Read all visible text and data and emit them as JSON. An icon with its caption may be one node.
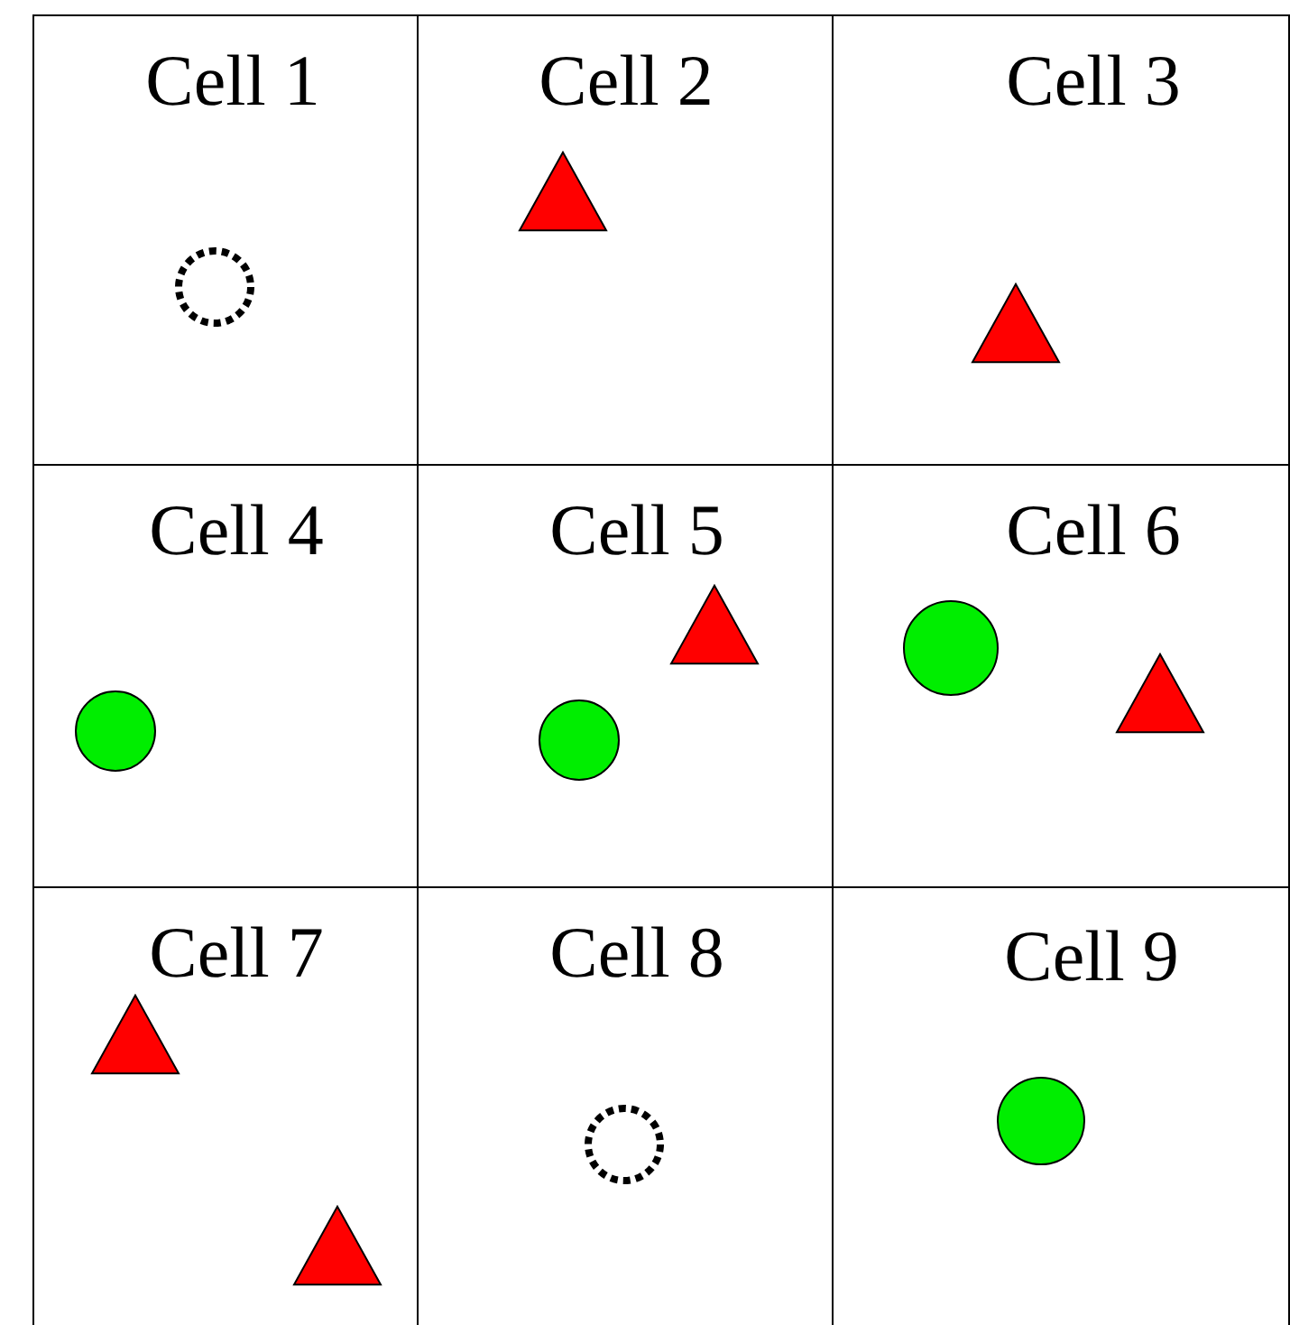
{
  "diagram": {
    "nodes": [
      {
        "text": [
          "Cell 1"
        ]
      },
      {
        "text": [],
        "shape": "circle",
        "in": 0
      },
      {
        "text": [
          "Cell 2"
        ]
      },
      {
        "text": [],
        "shape": "triangle",
        "in": 2
      },
      {
        "text": [
          "Cell 3"
        ]
      },
      {
        "text": [],
        "shape": "triangle",
        "in": 4
      },
      {
        "text": [
          "Cell 4"
        ]
      },
      {
        "text": [],
        "shape": "circle",
        "in": 6
      },
      {
        "text": [
          "Cell 5"
        ]
      },
      {
        "text": [],
        "shape": "triangle",
        "in": 8
      },
      {
        "text": [],
        "shape": "circle",
        "in": 8
      },
      {
        "text": [
          "Cell 6"
        ]
      },
      {
        "text": [],
        "shape": "circle",
        "in": 11
      },
      {
        "text": [],
        "shape": "triangle",
        "in": 11
      },
      {
        "text": [
          "Cell 7"
        ]
      },
      {
        "text": [],
        "shape": "triangle",
        "in": 14
      },
      {
        "text": [],
        "shape": "triangle",
        "in": 14
      },
      {
        "text": [
          "Cell 8"
        ]
      },
      {
        "text": [],
        "shape": "circle",
        "in": 17
      },
      {
        "text": [
          "Cell 9"
        ]
      },
      {
        "text": [],
        "shape": "circle",
        "in": 19
      }
    ]
  }
}
